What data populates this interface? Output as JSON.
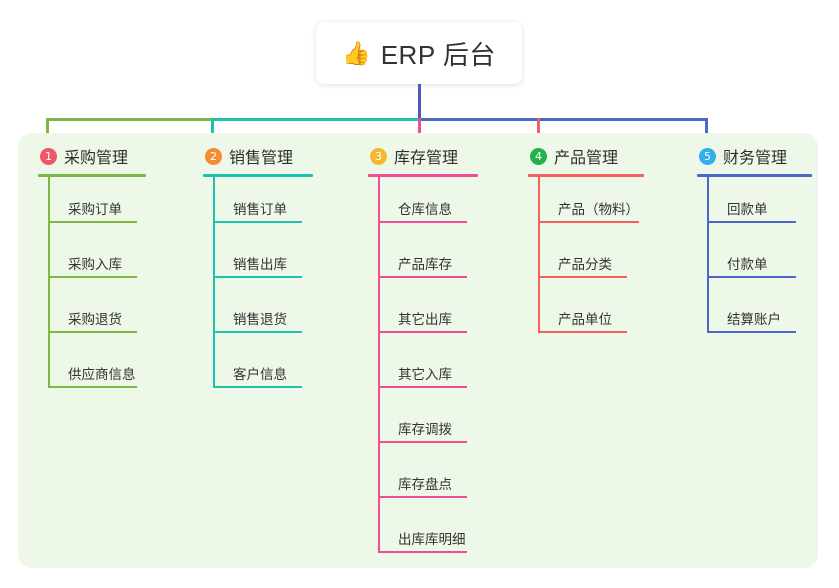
{
  "root": {
    "icon": "thumbs-up-icon",
    "icon_glyph": "👍",
    "title": "ERP 后台"
  },
  "palette": {
    "panel_bg": "#eef8e9",
    "page_bg": "#ffffff",
    "root_stem": "#4a57c4",
    "text": "#333333"
  },
  "columns": [
    {
      "number": "1",
      "title": "采购管理",
      "badge_color": "#f0566a",
      "line_color": "#7cb843",
      "items": [
        "采购订单",
        "采购入库",
        "采购退货",
        "供应商信息"
      ]
    },
    {
      "number": "2",
      "title": "销售管理",
      "badge_color": "#f58c33",
      "line_color": "#1fc0ae",
      "items": [
        "销售订单",
        "销售出库",
        "销售退货",
        "客户信息"
      ]
    },
    {
      "number": "3",
      "title": "库存管理",
      "badge_color": "#f5b82e",
      "line_color": "#ef4d96",
      "items": [
        "仓库信息",
        "产品库存",
        "其它出库",
        "其它入库",
        "库存调拨",
        "库存盘点",
        "出库库明细"
      ]
    },
    {
      "number": "4",
      "title": "产品管理",
      "badge_color": "#21b24b",
      "line_color": "#f4615d",
      "items": [
        "产品（物料）",
        "产品分类",
        "产品单位"
      ]
    },
    {
      "number": "5",
      "title": "财务管理",
      "badge_color": "#2eb0e8",
      "line_color": "#4a68c4",
      "items": [
        "回款单",
        "付款单",
        "结算账户"
      ]
    }
  ]
}
